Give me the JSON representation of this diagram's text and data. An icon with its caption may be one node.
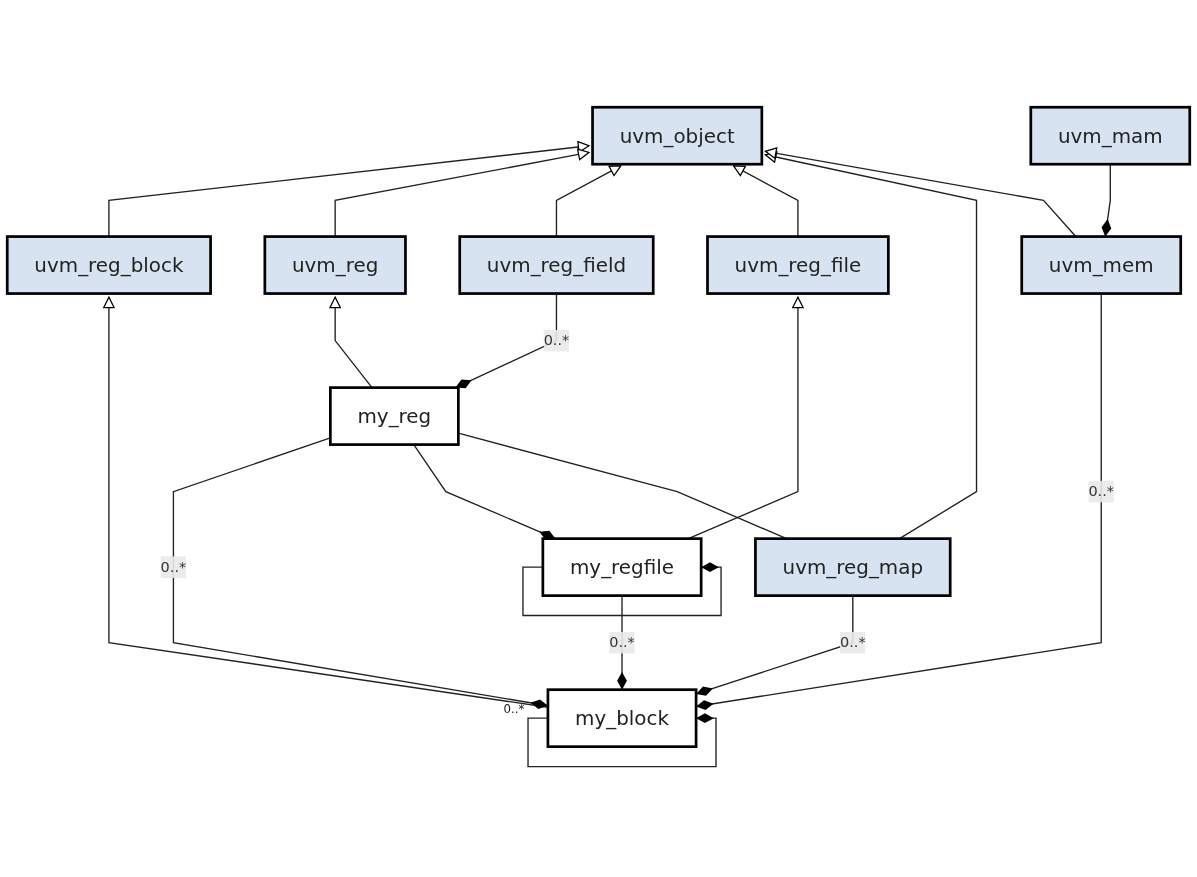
{
  "diagram": {
    "nodes": [
      {
        "text": [
          "uvm_object"
        ]
      },
      {
        "text": [
          "uvm_reg"
        ]
      },
      {
        "text": [
          "uvm_reg_block"
        ]
      },
      {
        "text": [
          "my_reg"
        ]
      },
      {
        "text": [
          "uvm_reg_field"
        ]
      },
      {
        "text": [
          "uvm_reg_file"
        ]
      },
      {
        "text": [
          "my_block"
        ]
      },
      {
        "text": [
          "my_regfile"
        ]
      },
      {
        "text": [
          "uvm_reg_map"
        ]
      },
      {
        "text": [
          "uvm_mem"
        ]
      },
      {
        "text": [
          "uvm_mam"
        ]
      }
    ],
    "edges": [
      {
        "from": 2,
        "to": 0,
        "arrow": "to"
      },
      {
        "from": 1,
        "to": 0,
        "arrow": "to"
      },
      {
        "from": 4,
        "to": 0,
        "arrow": "to"
      },
      {
        "from": 5,
        "to": 0,
        "arrow": "to"
      },
      {
        "from": 8,
        "to": 0,
        "arrow": "to"
      },
      {
        "from": 9,
        "to": 0,
        "arrow": "to"
      },
      {
        "from": 3,
        "to": 1,
        "arrow": "to"
      },
      {
        "from": 6,
        "to": 2,
        "arrow": "to"
      },
      {
        "from": 7,
        "to": 5,
        "arrow": "to"
      },
      {
        "from": 6,
        "to": 6,
        "arrow": "other",
        "label": "0..*"
      },
      {
        "from": 6,
        "to": 3,
        "arrow": "other",
        "label": "0..*"
      },
      {
        "from": 6,
        "to": 7,
        "arrow": "other",
        "label": "0..*"
      },
      {
        "from": 6,
        "to": 8,
        "arrow": "other",
        "label": "0..*"
      },
      {
        "from": 6,
        "to": 9,
        "arrow": "other",
        "label": "0..*"
      },
      {
        "from": 3,
        "to": 4,
        "arrow": "other",
        "label": "0..*"
      },
      {
        "from": 7,
        "to": 3,
        "arrow": "other"
      },
      {
        "from": 7,
        "to": 7,
        "arrow": "other"
      },
      {
        "from": 8,
        "to": 3,
        "arrow": "none"
      },
      {
        "from": 9,
        "to": 10,
        "arrow": "other"
      }
    ]
  }
}
